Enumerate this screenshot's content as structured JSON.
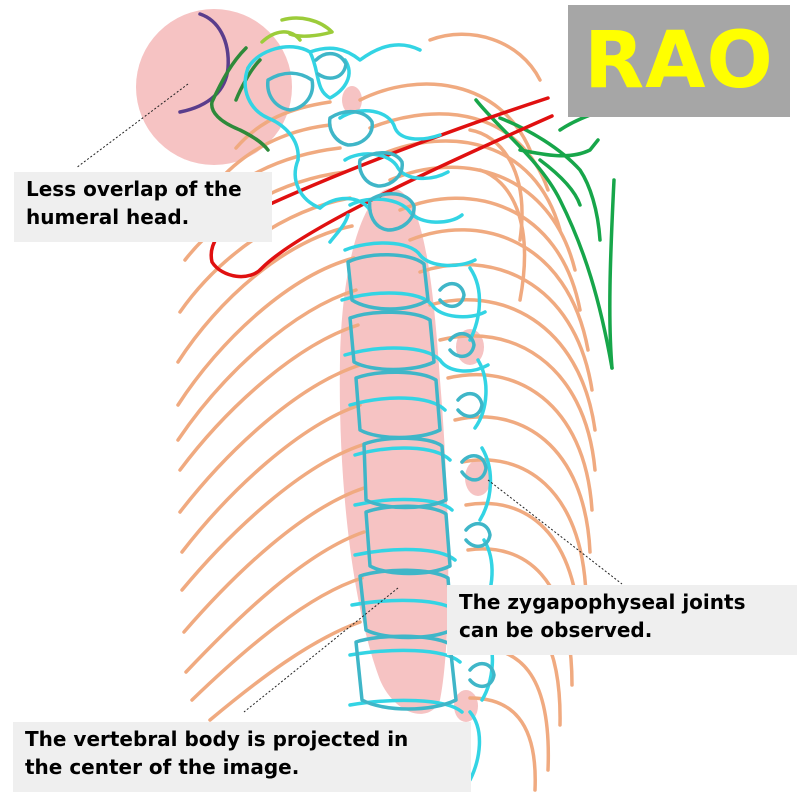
{
  "view_label": "RAO",
  "annotations": [
    {
      "id": "humeral",
      "lines": [
        "Less overlap of the",
        "humeral head."
      ]
    },
    {
      "id": "zygapophyseal",
      "lines": [
        "The zygapophyseal joints",
        "can be observed."
      ]
    },
    {
      "id": "vertebral",
      "lines": [
        "The vertebral body is projected in",
        "the center of the image."
      ]
    }
  ],
  "colors": {
    "badge_bg": "#a6a6a6",
    "badge_text": "#ffff00",
    "ribs": "#f0aa80",
    "spine": "#33d4e4",
    "spine_dark": "#3fb6c8",
    "clavicle": "#e01010",
    "scapula": "#17a64a",
    "humerus_purple": "#5a3d8c",
    "humerus_green": "#9ccc3a",
    "highlight": "#f6c3c3"
  }
}
